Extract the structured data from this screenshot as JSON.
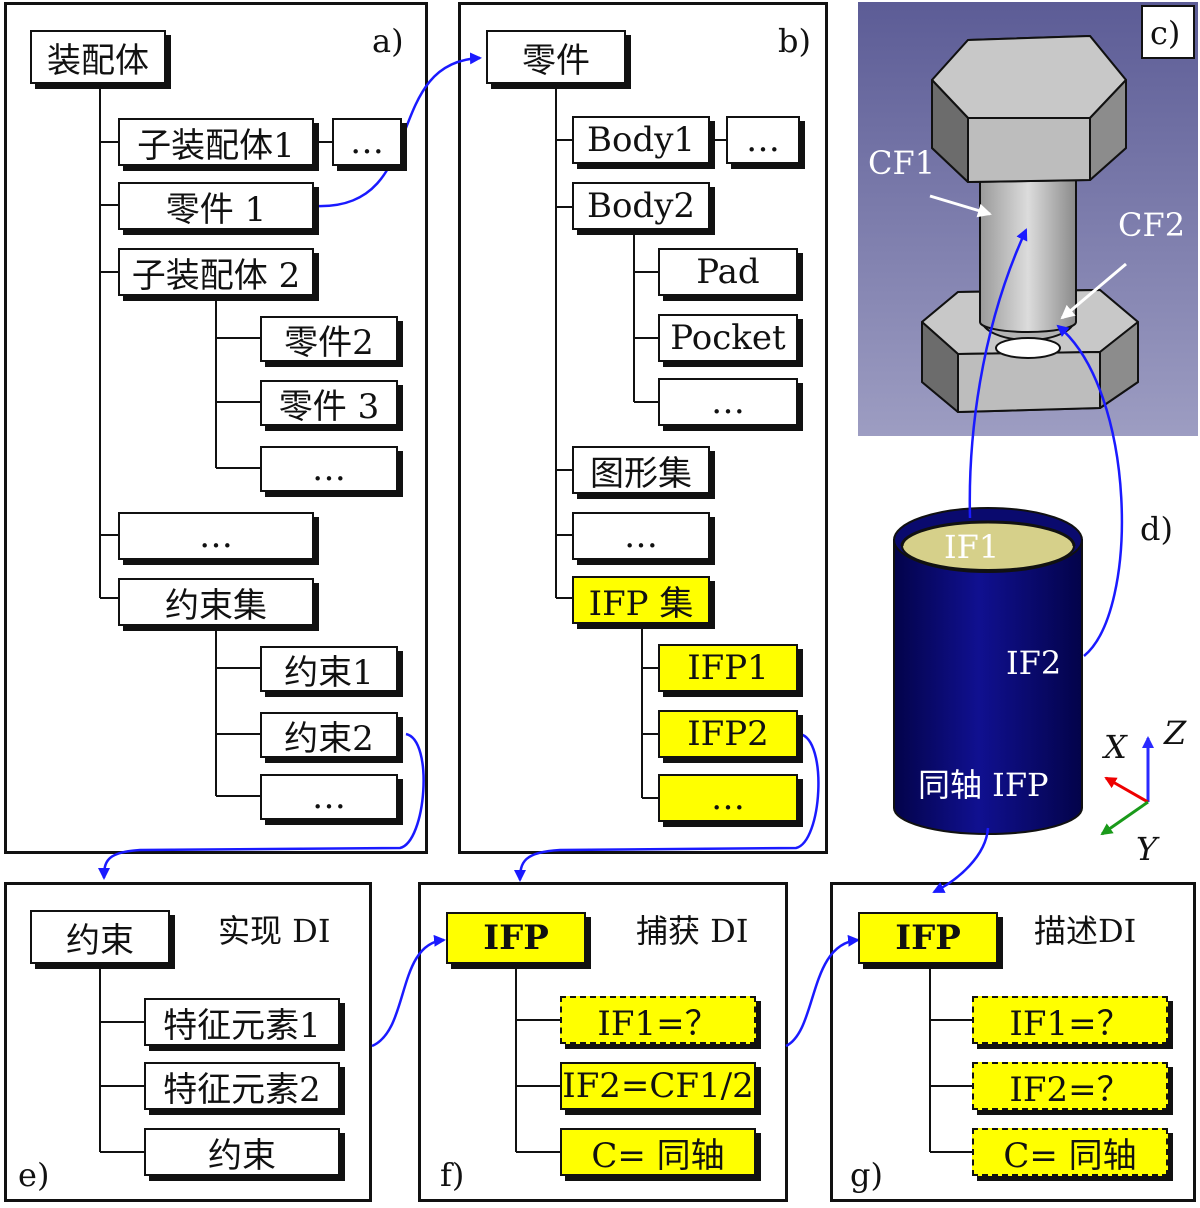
{
  "panel_a": {
    "tag": "a)",
    "root": "装配体",
    "items": [
      "子装配体1",
      "…",
      "零件 1",
      "子装配体 2",
      "零件2",
      "零件 3",
      "…",
      "…",
      "约束集",
      "约束1",
      "约束2",
      "…"
    ]
  },
  "panel_b": {
    "tag": "b)",
    "root": "零件",
    "items": [
      "Body1",
      "…",
      "Body2",
      "Pad",
      "Pocket",
      "…",
      "图形集",
      "…",
      "IFP 集",
      "IFP1",
      "IFP2",
      "…"
    ]
  },
  "panel_c": {
    "tag": "c)",
    "labels": [
      "CF1",
      "CF2"
    ],
    "bg_color": "#6e6ea8"
  },
  "panel_d": {
    "tag": "d)",
    "labels": [
      "IF1",
      "IF2",
      "同轴 IFP"
    ],
    "axes": [
      "X",
      "Z",
      "Y"
    ],
    "cylinder_color": "#0a0a6e"
  },
  "panel_e": {
    "tag": "e)",
    "title": "实现 DI",
    "root": "约束",
    "items": [
      "特征元素1",
      "特征元素2",
      "约束"
    ]
  },
  "panel_f": {
    "tag": "f)",
    "title": "捕获 DI",
    "root": "IFP",
    "items": [
      "IF1=？",
      "IF2=CF1/2",
      "C= 同轴"
    ]
  },
  "panel_g": {
    "tag": "g)",
    "title": "描述DI",
    "root": "IFP",
    "items": [
      "IF1=？",
      "IF2=？",
      "C= 同轴"
    ]
  },
  "colors": {
    "highlight": "#ffff00",
    "arrow": "#1a1aff"
  }
}
